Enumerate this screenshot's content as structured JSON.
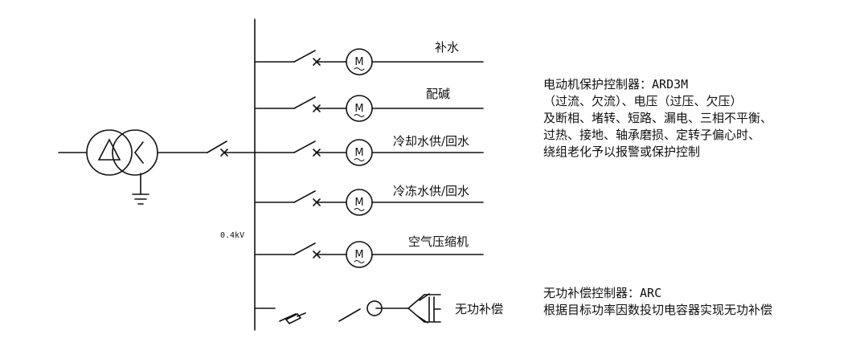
{
  "diagram": {
    "bus_voltage": "0.4kV",
    "motor_symbol": "M",
    "motor_feeders": [
      {
        "label": "补水"
      },
      {
        "label": "配碱"
      },
      {
        "label": "冷却水供/回水"
      },
      {
        "label": "冷冻水供/回水"
      },
      {
        "label": "空气压缩机"
      }
    ],
    "compensation_feeder": {
      "label": "无功补偿"
    },
    "motor_controller": {
      "title_prefix": "电动机保护控制器：",
      "title_model": "ARD3M",
      "lines": [
        "（过流、欠流）、电压（过压、欠压）",
        "及断相、堵转、短路、漏电、三相不平衡、",
        "过热、接地、轴承磨损、定转子偏心时、",
        "绕组老化予以报警或保护控制"
      ]
    },
    "capacitor_controller": {
      "title_prefix": "无功补偿控制器：",
      "title_model": "ARC",
      "lines": [
        "根据目标功率因数投切电容器实现无功补偿"
      ]
    }
  }
}
